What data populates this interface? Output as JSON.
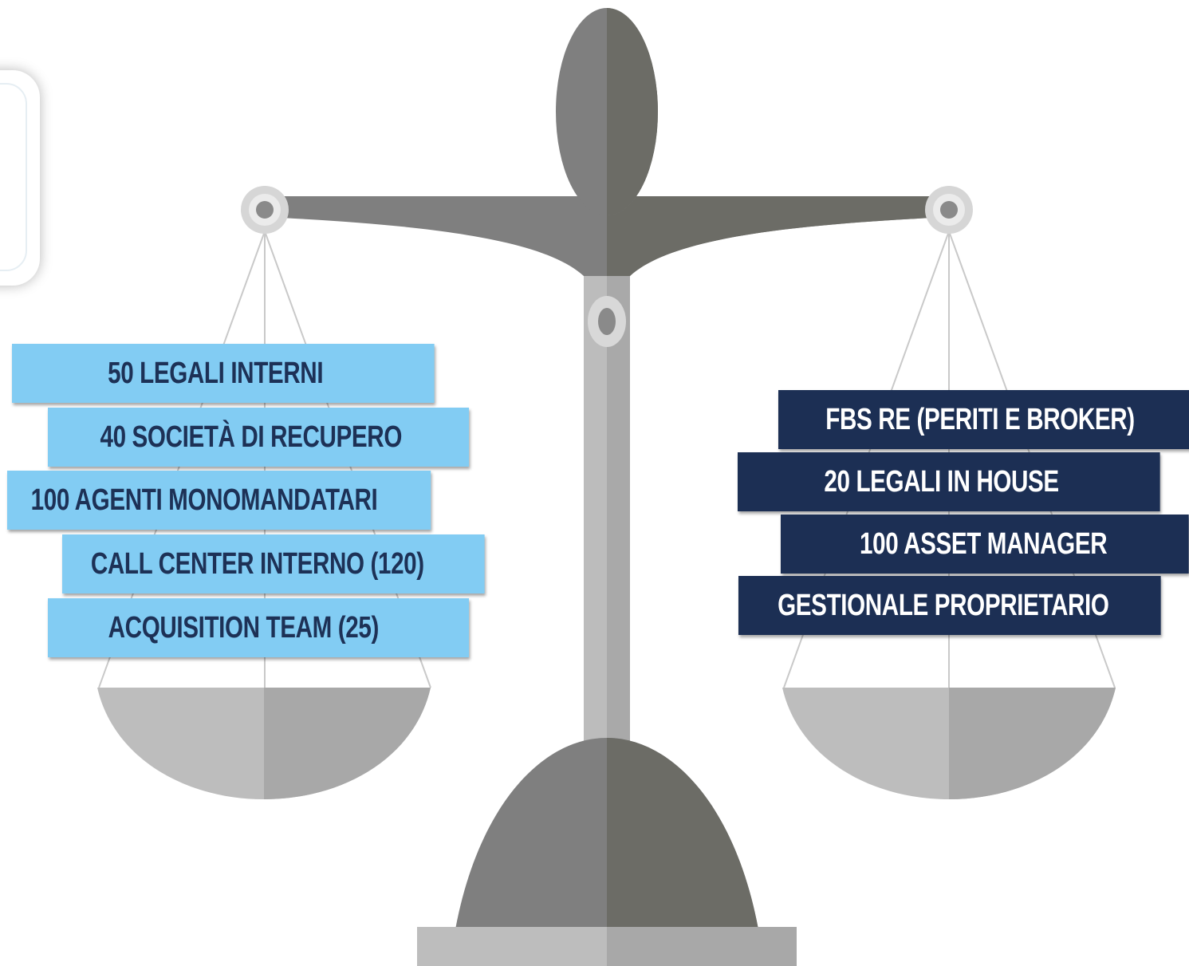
{
  "left_pan": {
    "items": [
      "50 LEGALI INTERNI",
      "40 SOCIETÀ DI RECUPERO",
      "100 AGENTI MONOMANDATARI",
      "CALL CENTER INTERNO (120)",
      "ACQUISITION TEAM (25)"
    ],
    "color": "#82ccf3"
  },
  "right_pan": {
    "items": [
      "FBS RE (PERITI E BROKER)",
      "20 LEGALI IN HOUSE",
      "100 ASSET MANAGER",
      "GESTIONALE PROPRIETARIO"
    ],
    "color": "#1c2f54"
  },
  "colors": {
    "scale_gray_light": "#bdbdbd",
    "scale_gray_mid": "#a8a8a8",
    "scale_gray_dark": "#7f7f7f",
    "scale_gray_darker": "#6c6c66"
  }
}
